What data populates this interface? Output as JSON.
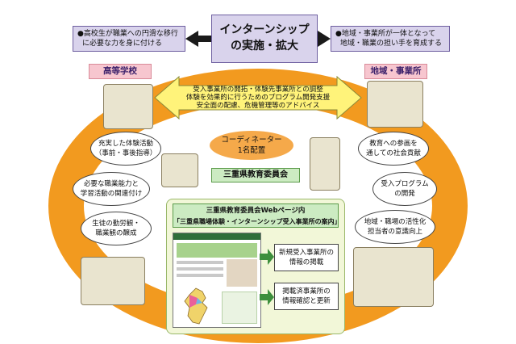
{
  "center_title": {
    "line1": "インターンシップ",
    "line2": "の実施・拡大"
  },
  "top_left_box": {
    "line1": "●高校生が職業への円滑な移行",
    "line2": "に必要な力を身に付ける"
  },
  "top_right_box": {
    "line1": "●地域・事業所が一体となって",
    "line2": "地域・職業の担い手を育成する"
  },
  "left_label": "高等学校",
  "right_label": "地域・事業所",
  "support_arrow": {
    "line1": "受入事業所の開拓・体験先事業所との調整",
    "line2": "体験を効果的に行うためのプログラム開発支援",
    "line3": "安全面の配慮、危機管理等のアドバイス"
  },
  "coordinator": {
    "line1": "コーディネーター",
    "line2": "1名配置"
  },
  "board_label": "三重県教育委員会",
  "left_bubbles": [
    {
      "line1": "充実した体験活動",
      "line2": "（事前・事後指導）"
    },
    {
      "line1": "必要な職業能力と",
      "line2": "学習活動の関連付け"
    },
    {
      "line1": "生徒の勤労観・",
      "line2": "職業観の醸成"
    }
  ],
  "right_bubbles": [
    {
      "line1": "教育への参画を",
      "line2": "通しての社会貢献"
    },
    {
      "line1": "受入プログラム",
      "line2": "の開発"
    },
    {
      "line1": "地域・職場の活性化",
      "line2": "担当者の意識向上"
    }
  ],
  "web_panel": {
    "title_line1": "三重県教育委員会Webページ内",
    "title_line2": "「三重県職場体験・インターンシップ受入事業所の案内」",
    "info1": {
      "line1": "新規受入事業所の",
      "line2": "情報の掲載"
    },
    "info2": {
      "line1": "掲載済事業所の",
      "line2": "情報確認と更新"
    }
  },
  "colors": {
    "ring": "#f29a1f",
    "arrow": "#fff37a",
    "lilac": "#d9d3ec",
    "pink": "#f7c6cf",
    "green": "#ccebc2",
    "web_bg": "#f2f7d8"
  }
}
